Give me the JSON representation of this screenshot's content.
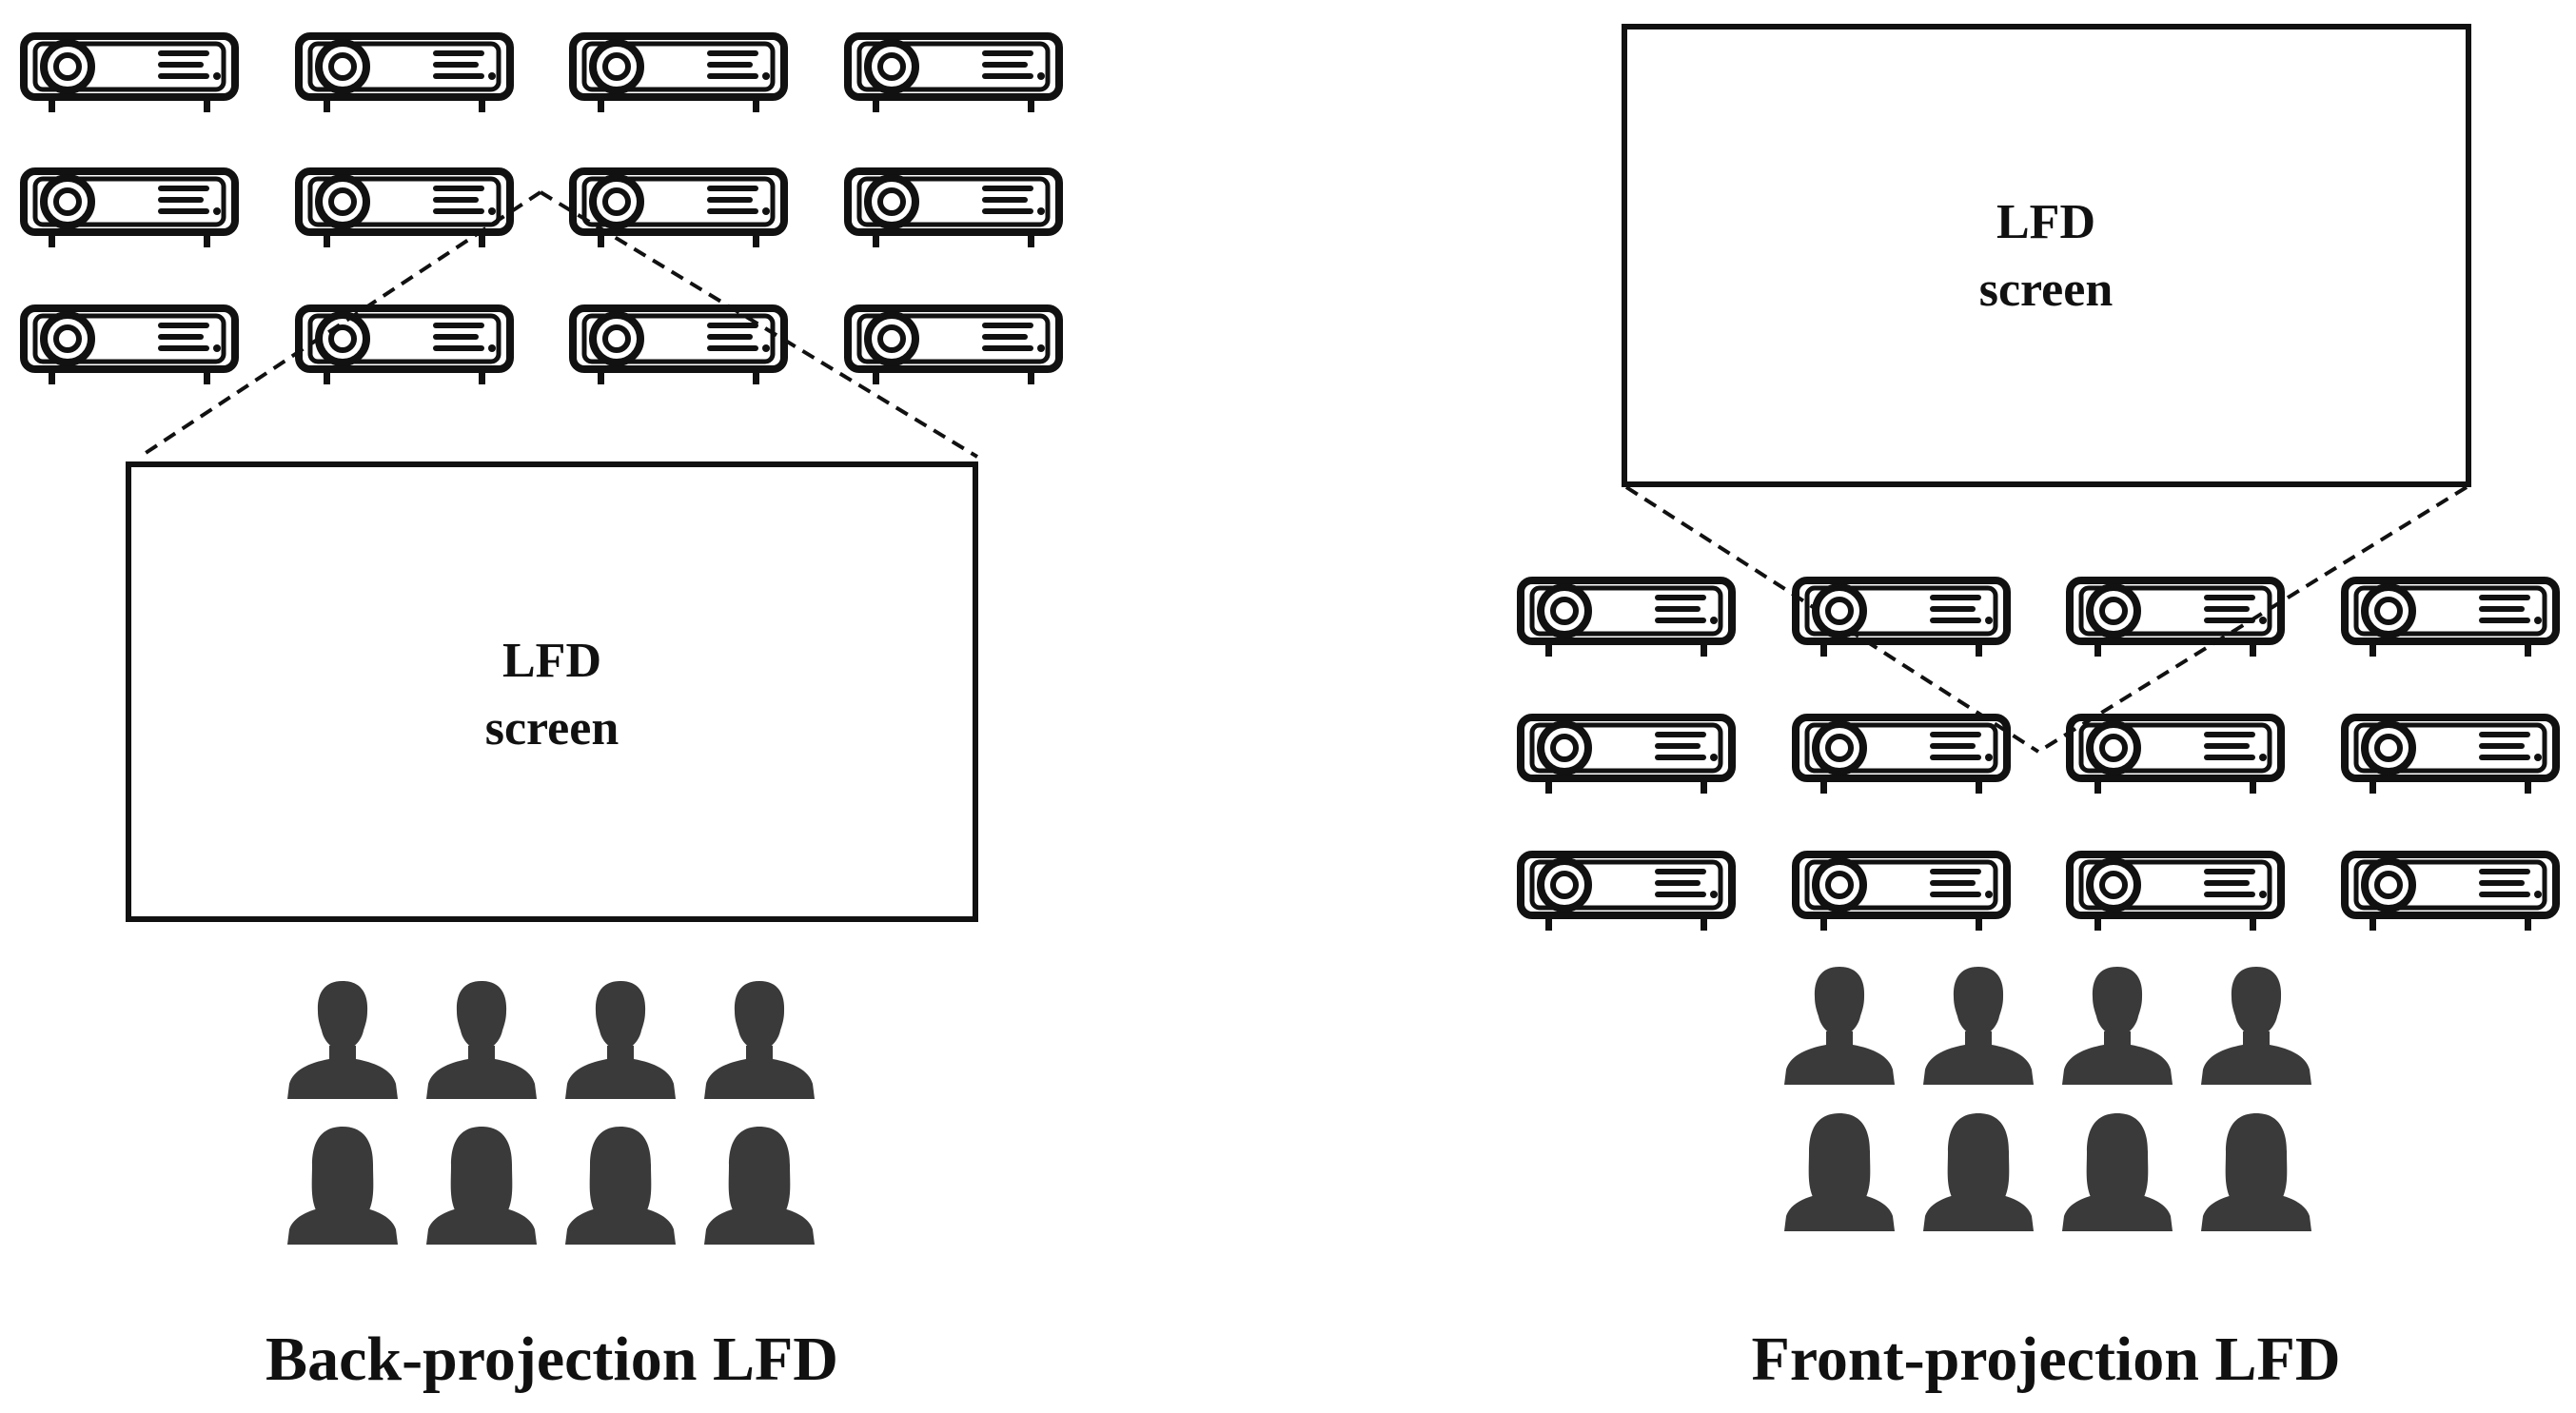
{
  "panels": [
    {
      "id": "back",
      "caption": "Back-projection LFD",
      "screen_label_line1": "LFD",
      "screen_label_line2": "screen",
      "projector_grid": {
        "rows": 3,
        "cols": 4
      },
      "viewers": {
        "male": 4,
        "female": 4
      }
    },
    {
      "id": "front",
      "caption": "Front-projection LFD",
      "screen_label_line1": "LFD",
      "screen_label_line2": "screen",
      "projector_grid": {
        "rows": 3,
        "cols": 4
      },
      "viewers": {
        "male": 4,
        "female": 4
      }
    }
  ],
  "icons": {
    "projector": "projector-icon",
    "male_viewer": "male-viewer-icon",
    "female_viewer": "female-viewer-icon"
  },
  "colors": {
    "stroke": "#111111",
    "silhouette": "#3a3a3a",
    "background": "#ffffff"
  }
}
